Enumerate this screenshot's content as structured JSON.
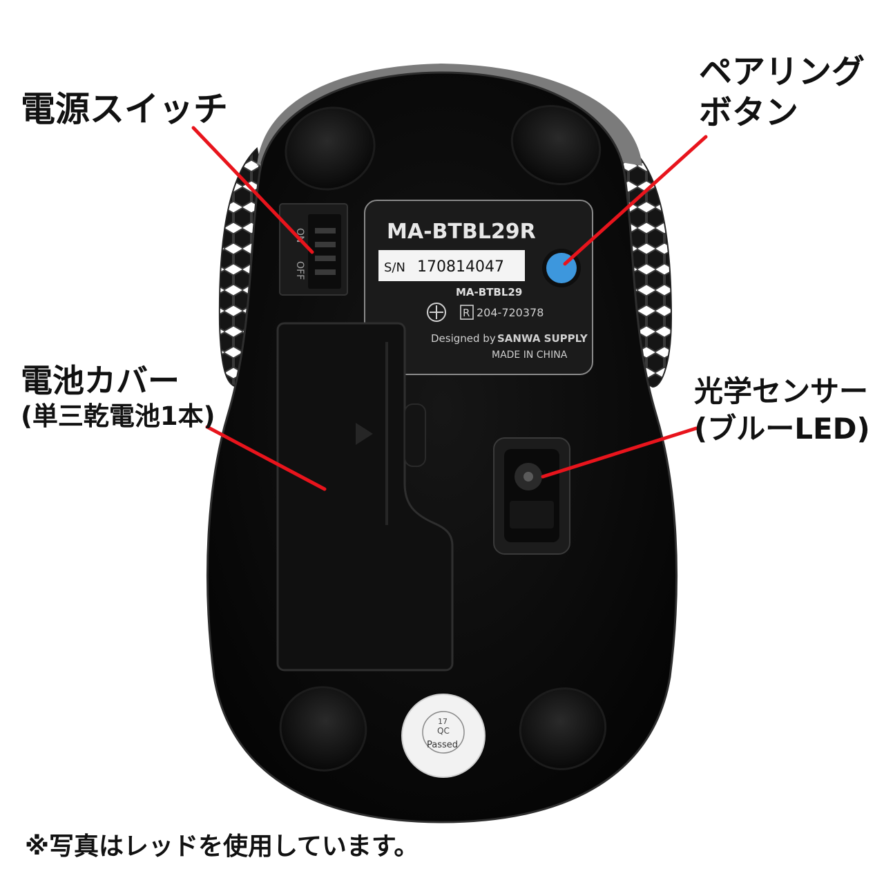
{
  "callouts": {
    "power_switch": "電源スイッチ",
    "pairing_button": [
      "ペアリング",
      "ボタン"
    ],
    "battery_cover": [
      "電池カバー",
      "(単三乾電池1本)"
    ],
    "optical_sensor": [
      "光学センサー",
      "(ブルーLED)"
    ]
  },
  "footnote": "※写真はレッドを使用しています。",
  "label": {
    "model": "MA-BTBL29R",
    "serial_prefix": "S/N",
    "serial": "170814047",
    "model_sub": "MA-BTBL29",
    "cert_mark": "R",
    "cert_number": "204-720378",
    "designed_by": "Designed by",
    "brand": "SANWA SUPPLY",
    "origin": "MADE IN CHINA"
  },
  "switch": {
    "on": "ON",
    "off": "OFF"
  },
  "qc_sticker": {
    "year": "17",
    "qc": "QC",
    "status": "Passed"
  },
  "colors": {
    "callout_line": "#e8141c",
    "pairing_button": "#3d97dd",
    "mouse_body": "#0c0c0c"
  }
}
